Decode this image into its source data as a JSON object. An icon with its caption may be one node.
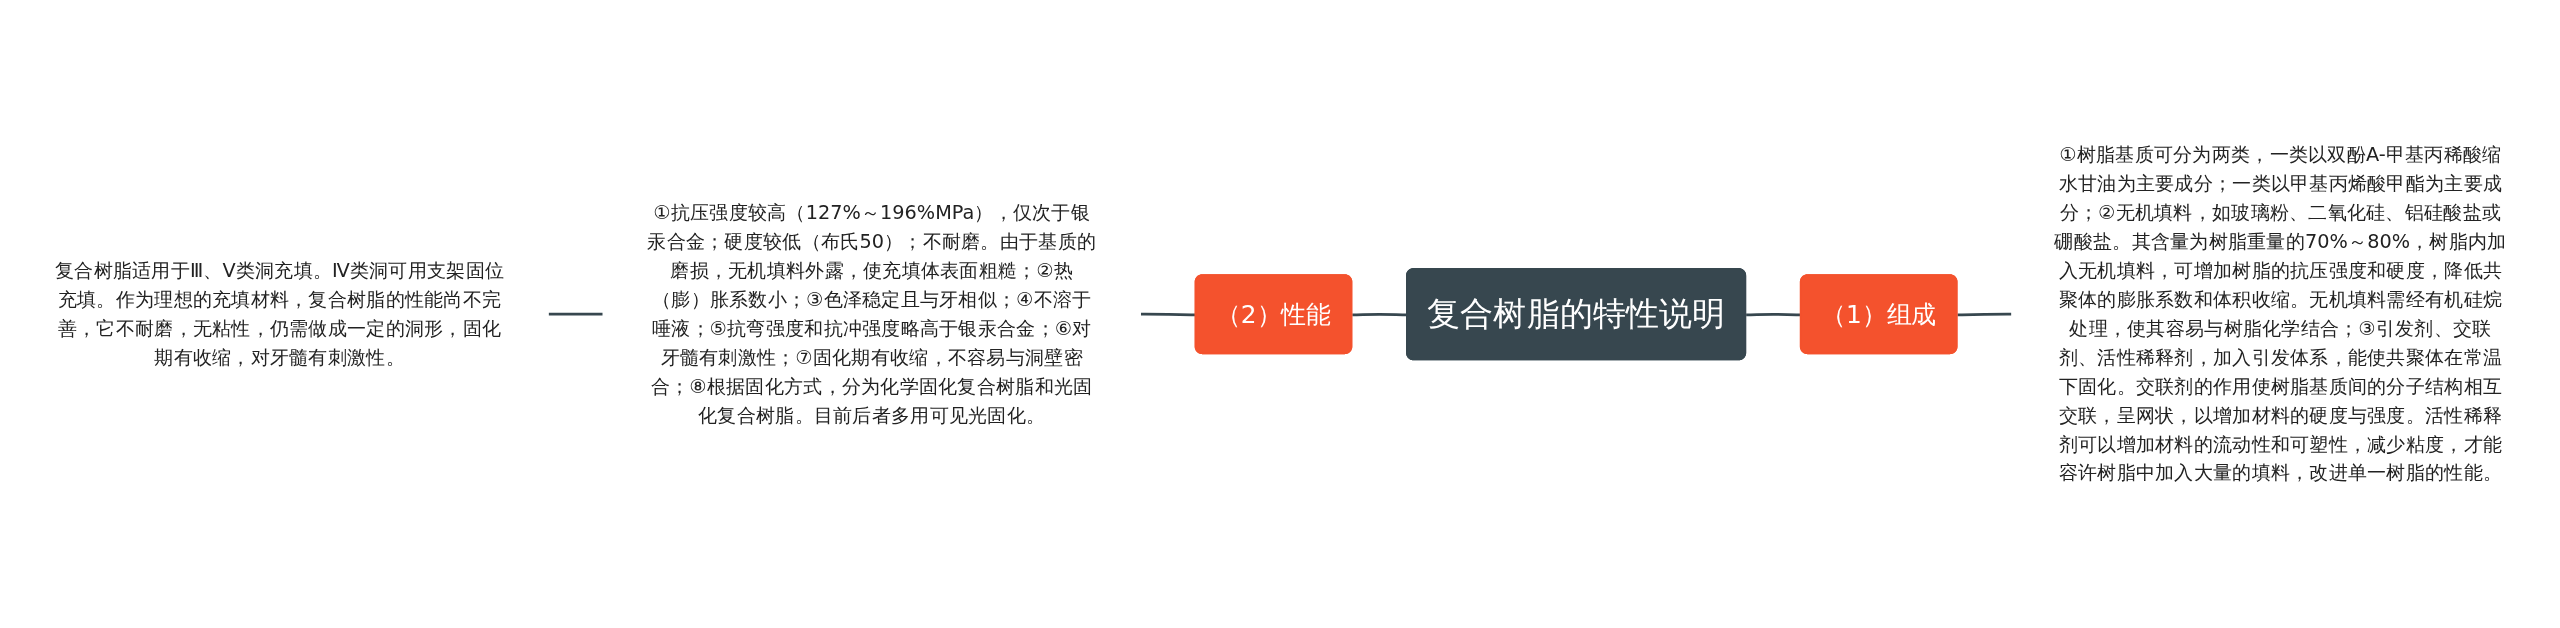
{
  "diagram": {
    "nodes": [
      {
        "text": [
          "复合树脂的特性说明"
        ]
      },
      {
        "text": [
          "（1）组成"
        ]
      },
      {
        "text": [
          "①树脂基质可分为两类，一类以双酚A-甲基丙稀酸缩水甘油为主要成分；一类以甲基丙烯酸甲酯为主要成分；②无机填料，如玻璃粉、二氧化硅、铝硅酸盐或硼酸盐。其含量为树脂重量的70%～80%，树脂内加入无机填料，可增加树脂的抗压强度和硬度，降低共聚体的膨胀系数和体积收缩。无机填料需经有机硅烷处理，使其容易与树脂化学结合；③引发剂、交联剂、活性稀释剂，加入引发体系，能使共聚体在常温下固化。交联剂的作用使树脂基质间的分子结构相互交联，呈网状，以增加材料的硬度与强度。活性稀释剂可以增加材料的流动性和可塑性，减少粘度，才能容许树脂中加入大量的填料，改进单一树脂的性能。"
        ]
      },
      {
        "text": [
          "（2）性能"
        ]
      },
      {
        "text": [
          "①抗压强度较高（127%～196%MPa），仅次于银汞合金；硬度较低（布氏50）；不耐磨。由于基质的磨损，无机填料外露，使充填体表面粗糙；②热（膨）胀系数小；③色泽稳定且与牙相似；④不溶于唾液；⑤抗弯强度和抗冲强度略高于银汞合金；⑥对牙髓有刺激性；⑦固化期有收缩，不容易与洞壁密合；⑧根据固化方式，分为化学固化复合树脂和光固化复合树脂。目前后者多用可见光固化。"
        ]
      },
      {
        "text": [
          "复合树脂适用于Ⅲ、Ⅴ类洞充填。Ⅳ类洞可用支架固位充填。作为理想的充填材料，复合树脂的性能尚不完善，它不耐磨，无粘性，仍需做成一定的洞形，固化期有收缩，对牙髓有刺激性。"
        ]
      }
    ],
    "edges": [
      {
        "from": 0,
        "to": 1,
        "arrow": "none"
      },
      {
        "from": 1,
        "to": 2,
        "arrow": "none"
      },
      {
        "from": 0,
        "to": 3,
        "arrow": "none"
      },
      {
        "from": 3,
        "to": 4,
        "arrow": "none"
      },
      {
        "from": 4,
        "to": 5,
        "arrow": "none"
      }
    ]
  }
}
